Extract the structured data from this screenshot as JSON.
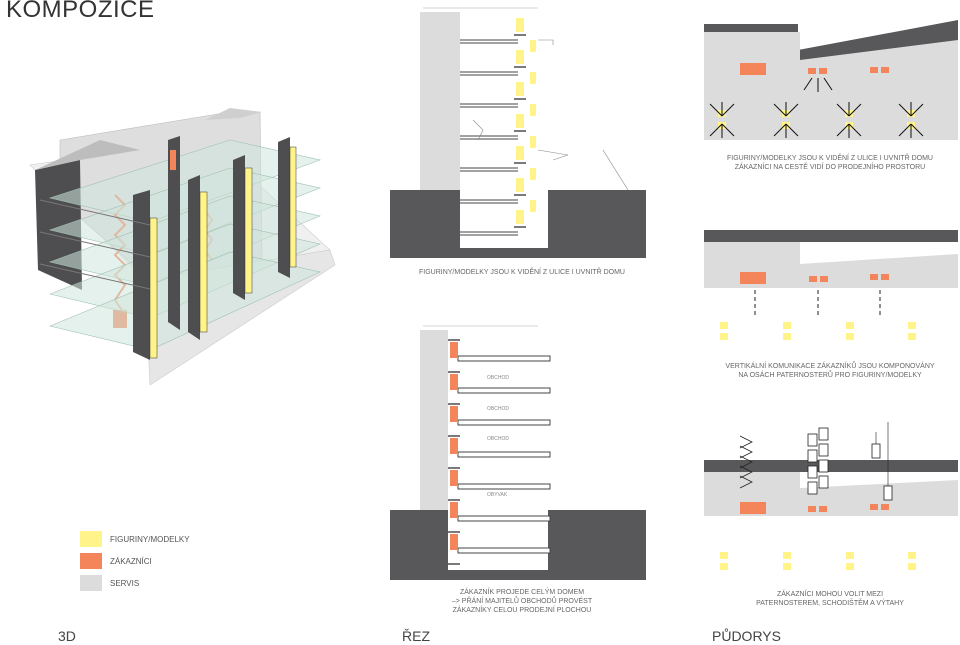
{
  "title": "KOMPOZICE",
  "sections": {
    "s3d": "3D",
    "rez": "ŘEZ",
    "pudorys": "PŮDORYS"
  },
  "captions": {
    "rez_top": "FIGURINY/MODELKY JSOU K VIDĚNÍ Z ULICE I UVNITŘ DOMU",
    "pud_top_1": "FIGURINY/MODELKY JSOU K VIDĚNÍ Z ULICE I UVNITŘ DOMU",
    "pud_top_2": "ZÁKAZNÍCI NA CESTĚ VIDÍ DO PRODEJNÍHO PROSTORU",
    "pud_mid_1": "VERTIKÁLNÍ KOMUNIKACE ZÁKAZNÍKŮ JSOU KOMPONOVÁNY",
    "pud_mid_2": "NA OSÁCH PATERNOSTERŮ PRO FIGURINY/MODELKY",
    "rez_bot_1": "ZÁKAZNÍK PROJEDE CELÝM DOMEM",
    "rez_bot_2": "–> PŘÁNÍ MAJITELŮ OBCHODŮ PROVÉST",
    "rez_bot_3": "ZÁKAZNÍKY CELOU PRODEJNÍ PLOCHOU",
    "pud_bot_1": "ZÁKAZNÍCI MOHOU VOLIT MEZI",
    "pud_bot_2": "PATERNOSTEREM, SCHODIŠTĚM A VÝTAHY"
  },
  "floor_labels": {
    "f1": "OBCHOD",
    "f2": "OBCHOD",
    "f3": "OBCHOD",
    "f4": "OBYVAK"
  },
  "legend": [
    {
      "label": "FIGURINY/MODELKY",
      "color": "#fff38a"
    },
    {
      "label": "ZÁKAZNÍCI",
      "color": "#f4845a"
    },
    {
      "label": "SERVIS",
      "color": "#dcdcdc"
    }
  ],
  "colors": {
    "yellow": "#fff38a",
    "orange": "#f4845a",
    "grey": "#dcdcdc",
    "dark": "#58585a",
    "glass": "#cfe6dc"
  }
}
